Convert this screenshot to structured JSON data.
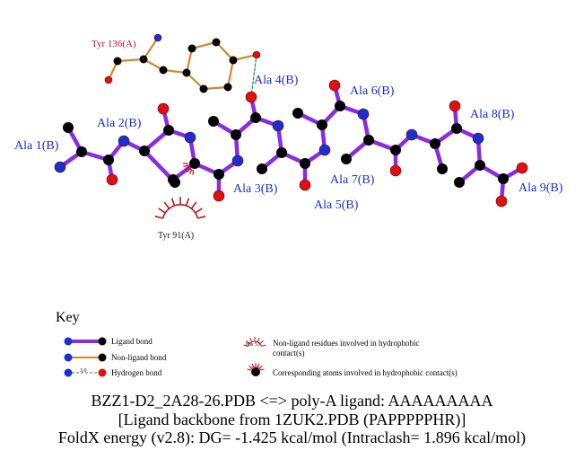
{
  "colors": {
    "ligand_bond": "#8a2be2",
    "nonligand_bond": "#d08a2a",
    "hbond": "#2e8b2e",
    "carbon": "#000000",
    "nitrogen": "#1a2fd0",
    "oxygen": "#e01010",
    "hydrophobic": "#c0141b",
    "ligand_label": "#1a2fd0",
    "nonligand_label": "#c0141b"
  },
  "ligand_residues": [
    "Ala 1(B)",
    "Ala 2(B)",
    "Ala 3(B)",
    "Ala 4(B)",
    "Ala 5(B)",
    "Ala 6(B)",
    "Ala 7(B)",
    "Ala 8(B)",
    "Ala 9(B)"
  ],
  "nonligand_residues": [
    "Tyr 136(A)"
  ],
  "hydrophobic_residues": [
    "Tyr 91(A)"
  ],
  "key": {
    "title": "Key",
    "ligand_bond": "Ligand bond",
    "nonligand_bond": "Non-ligand bond",
    "hydrogen_bond": "Hydrogen bond",
    "hbond_length": "3.0",
    "hydrophobic_example": "His 53",
    "hydrophobic_residues_line1": "Non-ligand residues involved in hydrophobic",
    "hydrophobic_residues_line2": "contact(s)",
    "corresponding_atoms": "Corresponding atoms involved in hydrophobic contact(s)"
  },
  "footer": {
    "line1": "BZZ1-D2_2A28-26.PDB <=> poly-A ligand: AAAAAAAAA",
    "line2": "[Ligand backbone from 1ZUK2.PDB (PAPPPPPHR)]",
    "line3": "FoldX energy (v2.8): DG= -1.425 kcal/mol (Intraclash= 1.896 kcal/mol)"
  }
}
